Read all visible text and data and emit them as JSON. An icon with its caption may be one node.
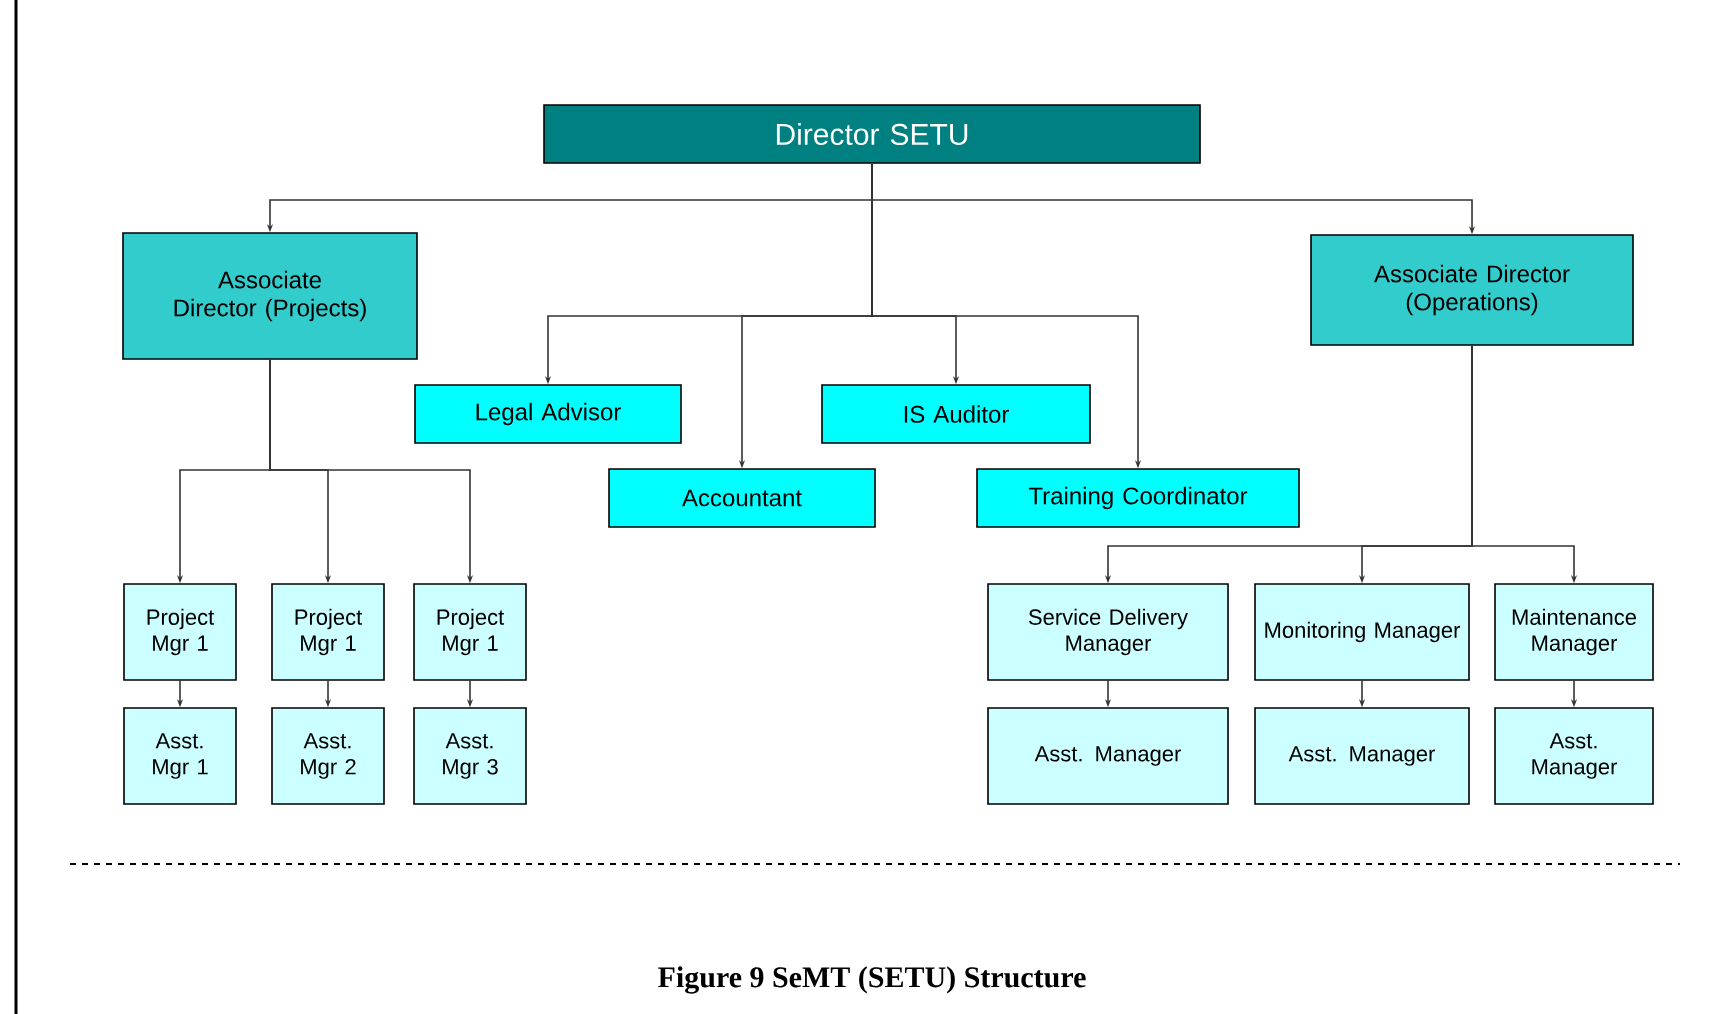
{
  "diagram": {
    "caption": "Figure 9 SeMT (SETU) Structure",
    "nodes": [
      {
        "text": [
          "Director SETU"
        ]
      },
      {
        "text": [
          "Associate Director (Projects)"
        ]
      },
      {
        "text": [
          "Associate Director (Operations)"
        ]
      },
      {
        "text": [
          "Legal Advisor"
        ]
      },
      {
        "text": [
          "IS Auditor"
        ]
      },
      {
        "text": [
          "Accountant"
        ]
      },
      {
        "text": [
          "Training Coordinator"
        ]
      },
      {
        "text": [
          "Project Mgr 1"
        ]
      },
      {
        "text": [
          "Project Mgr 1"
        ]
      },
      {
        "text": [
          "Project Mgr 1"
        ]
      },
      {
        "text": [
          "Asst. Mgr 1"
        ]
      },
      {
        "text": [
          "Asst. Mgr 2"
        ]
      },
      {
        "text": [
          "Asst. Mgr 3"
        ]
      },
      {
        "text": [
          "Service Delivery Manager"
        ]
      },
      {
        "text": [
          "Monitoring Manager"
        ]
      },
      {
        "text": [
          "Maintenance Manager"
        ]
      },
      {
        "text": [
          "Asst. Manager"
        ]
      },
      {
        "text": [
          "Asst. Manager"
        ]
      },
      {
        "text": [
          "Asst. Manager"
        ]
      }
    ],
    "edges": [
      {
        "from": 0,
        "to": 1,
        "arrow": "to"
      },
      {
        "from": 0,
        "to": 2,
        "arrow": "to"
      },
      {
        "from": 0,
        "to": 3,
        "arrow": "to"
      },
      {
        "from": 0,
        "to": 5,
        "arrow": "to"
      },
      {
        "from": 0,
        "to": 4,
        "arrow": "to"
      },
      {
        "from": 0,
        "to": 6,
        "arrow": "to"
      },
      {
        "from": 1,
        "to": 7,
        "arrow": "to"
      },
      {
        "from": 1,
        "to": 8,
        "arrow": "to"
      },
      {
        "from": 1,
        "to": 9,
        "arrow": "to"
      },
      {
        "from": 7,
        "to": 10,
        "arrow": "to"
      },
      {
        "from": 8,
        "to": 11,
        "arrow": "to"
      },
      {
        "from": 9,
        "to": 12,
        "arrow": "to"
      },
      {
        "from": 2,
        "to": 13,
        "arrow": "to"
      },
      {
        "from": 2,
        "to": 14,
        "arrow": "to"
      },
      {
        "from": 2,
        "to": 15,
        "arrow": "to"
      },
      {
        "from": 13,
        "to": 16,
        "arrow": "to"
      },
      {
        "from": 14,
        "to": 17,
        "arrow": "to"
      },
      {
        "from": 15,
        "to": 18,
        "arrow": "to"
      }
    ]
  }
}
